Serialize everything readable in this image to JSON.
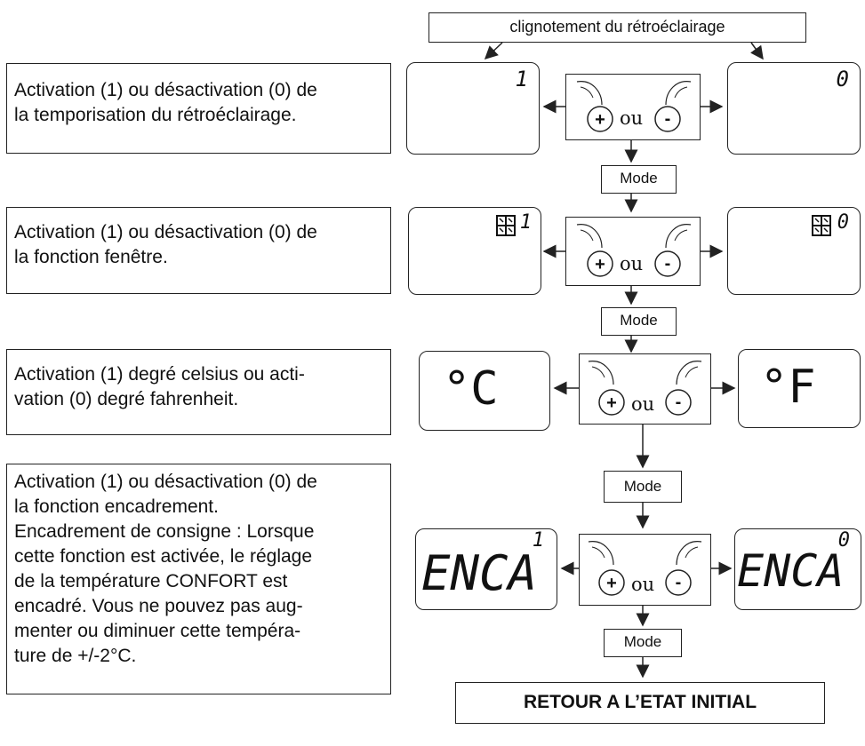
{
  "header": {
    "backlight_blink_label": "clignotement du rétroéclairage"
  },
  "descriptions": [
    {
      "lines": [
        "Activation (1) ou désactivation (0) de",
        "la temporisation du rétroéclairage."
      ]
    },
    {
      "lines": [
        "Activation (1) ou désactivation (0) de",
        "la fonction fenêtre."
      ]
    },
    {
      "lines": [
        "Activation (1) degré celsius ou acti-",
        "vation (0) degré fahrenheit."
      ]
    },
    {
      "lines": [
        "Activation (1) ou désactivation (0) de",
        "la fonction encadrement.",
        "Encadrement de consigne : Lorsque",
        "cette fonction est activée, le réglage",
        "de la température CONFORT est",
        "encadré. Vous ne pouvez pas aug-",
        "menter ou diminuer cette tempéra-",
        "ture de +/-2°C."
      ]
    }
  ],
  "displays": {
    "row1": {
      "left": "1",
      "right": "0"
    },
    "row2": {
      "left": "1",
      "right": "0"
    },
    "row3": {
      "left": "°C",
      "right": "°F"
    },
    "row4": {
      "left_text": "ENCA",
      "left_digit": "1",
      "right_text": "ENCA",
      "right_digit": "0"
    }
  },
  "controls": {
    "plus": "+",
    "ou": "ou",
    "minus": "-"
  },
  "mode_label": "Mode",
  "final_label": "RETOUR A L’ETAT INITIAL"
}
